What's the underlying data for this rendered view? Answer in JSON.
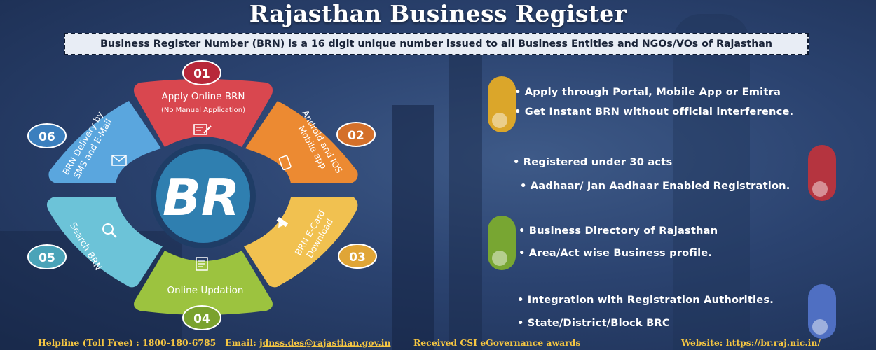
{
  "title": "Rajasthan Business Register",
  "subtitle": "Business Register Number (BRN) is a 16 digit unique number issued to all Business Entities and NGOs/VOs of Rajasthan",
  "colors": {
    "red": "#d9474f",
    "orange": "#ec8a32",
    "yellow": "#f1c150",
    "green": "#9cc33f",
    "teal": "#6cc3d8",
    "blue": "#5aa6de",
    "center": "#2f7fb0",
    "ribbon_yellow": "#f5c63c",
    "ribbon_red": "#d9474f",
    "ribbon_green": "#9acb48",
    "ribbon_blue": "#6d8fe6",
    "footer": "#f4c542"
  },
  "wheel": {
    "center_label": "BR",
    "segments": [
      {
        "number": "01",
        "title": "Apply Online BRN",
        "note": "(No Manual Application)",
        "icon": "form-edit-icon"
      },
      {
        "number": "02",
        "title": "Android and IOS",
        "title2": "Mobile app",
        "icon": "mobile-phone-icon"
      },
      {
        "number": "03",
        "title": "BRN E-Card",
        "title2": "Download",
        "icon": "download-icon"
      },
      {
        "number": "04",
        "title": "Online Updation",
        "icon": "update-document-icon"
      },
      {
        "number": "05",
        "title": "Search BRN",
        "icon": "search-icon"
      },
      {
        "number": "06",
        "title": "BRN Delivery by",
        "title2": "SMS and E-Mail",
        "icon": "mail-icon"
      }
    ]
  },
  "ribbons": [
    {
      "lines": [
        "• Apply through Portal, Mobile App or Emitra",
        "• Get Instant BRN without official interference."
      ]
    },
    {
      "lines": [
        "• Registered under 30 acts",
        "• Aadhaar/ Jan Aadhaar Enabled Registration."
      ]
    },
    {
      "lines": [
        "• Business Directory of Rajasthan",
        "• Area/Act wise Business profile."
      ]
    },
    {
      "lines": [
        "• Integration with Registration Authorities.",
        "• State/District/Block BRC"
      ]
    }
  ],
  "footer": {
    "helpline": "Helpline (Toll Free) : 1800-180-6785",
    "email_label": "Email:",
    "email": "jdnss.des@rajasthan.gov.in",
    "award": "Received CSI eGovernance awards",
    "website": "Website: https://br.raj.nic.in/"
  }
}
